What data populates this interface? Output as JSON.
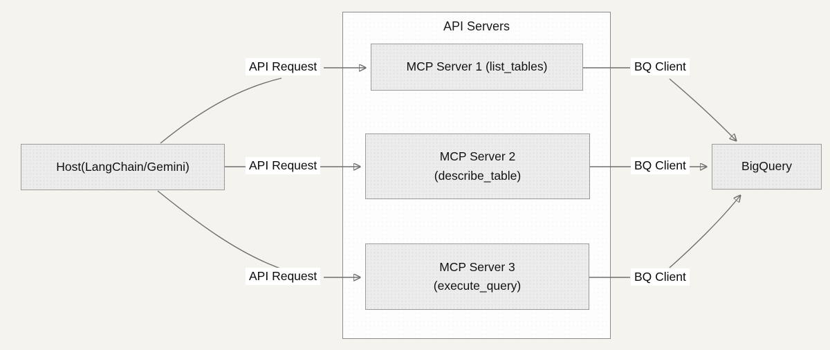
{
  "diagram": {
    "api_servers_title": "API Servers",
    "nodes": {
      "host": {
        "label": "Host(LangChain/Gemini)"
      },
      "mcp_server_1": {
        "label": "MCP Server 1 (list_tables)"
      },
      "mcp_server_2": {
        "label_line1": "MCP Server 2",
        "label_line2": "(describe_table)"
      },
      "mcp_server_3": {
        "label_line1": "MCP Server 3",
        "label_line2": "(execute_query)"
      },
      "bigquery": {
        "label": "BigQuery"
      }
    },
    "edge_labels": {
      "host_to_mcp1": "API Request",
      "host_to_mcp2": "API Request",
      "host_to_mcp3": "API Request",
      "mcp1_to_bigquery": "BQ Client",
      "mcp2_to_bigquery": "BQ Client",
      "mcp3_to_bigquery": "BQ Client"
    },
    "colors": {
      "background": "#f5f3ee",
      "container_fill": "#fdfdfd",
      "container_border": "#8a8a8a",
      "node_fill": "#ececec",
      "node_border": "#9a9a9a",
      "edge_line": "#6e6e6e",
      "text": "#111111",
      "edge_label_background": "#ffffff"
    }
  }
}
